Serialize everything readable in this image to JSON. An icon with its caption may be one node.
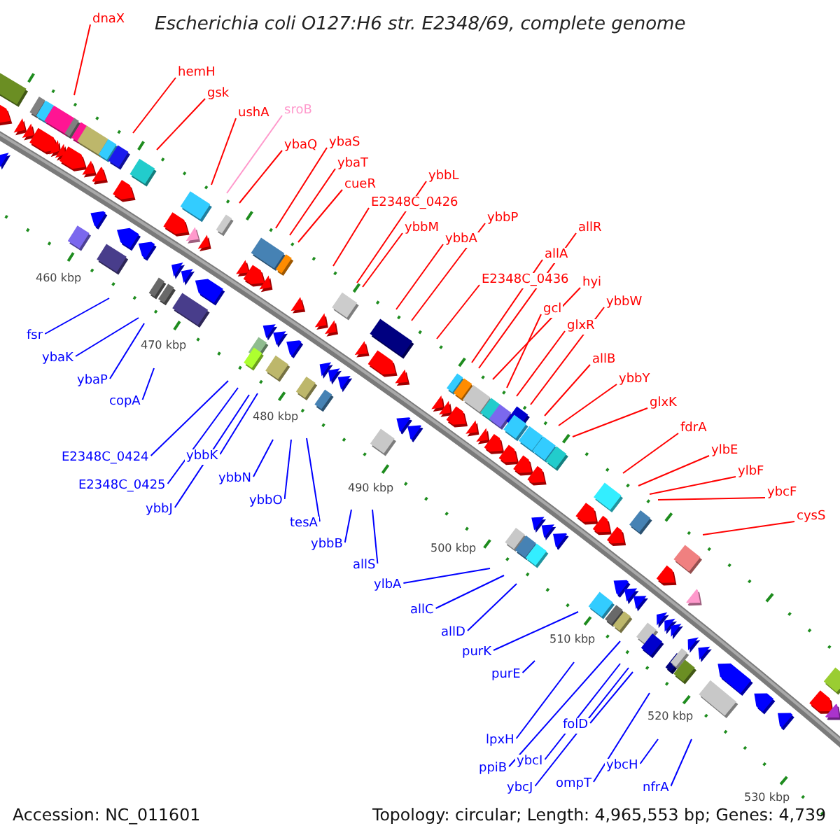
{
  "diagram": {
    "title": "Escherichia coli O127:H6 str. E2348/69, complete genome",
    "nodes": [
      {
        "text": [
          "dnaX"
        ]
      },
      {
        "text": [
          "hemH"
        ]
      },
      {
        "text": [
          "gsk"
        ]
      },
      {
        "text": [
          "ushA"
        ]
      },
      {
        "text": [
          "sroB"
        ]
      },
      {
        "text": [
          "ybaQ"
        ]
      },
      {
        "text": [
          "ybaS"
        ]
      },
      {
        "text": [
          "ybaT"
        ]
      },
      {
        "text": [
          "cueR"
        ]
      },
      {
        "text": [
          "E2348C_0426"
        ]
      },
      {
        "text": [
          "ybbL"
        ]
      },
      {
        "text": [
          "ybbM"
        ]
      },
      {
        "text": [
          "ybbA"
        ]
      },
      {
        "text": [
          "ybbP"
        ]
      },
      {
        "text": [
          "E2348C_0436"
        ]
      },
      {
        "text": [
          "allA"
        ]
      },
      {
        "text": [
          "allR"
        ]
      },
      {
        "text": [
          "hyi"
        ]
      },
      {
        "text": [
          "gcl"
        ]
      },
      {
        "text": [
          "glxR"
        ]
      },
      {
        "text": [
          "ybbW"
        ]
      },
      {
        "text": [
          "allB"
        ]
      },
      {
        "text": [
          "ybbY"
        ]
      },
      {
        "text": [
          "glxK"
        ]
      },
      {
        "text": [
          "fdrA"
        ]
      },
      {
        "text": [
          "ylbE"
        ]
      },
      {
        "text": [
          "ylbF"
        ]
      },
      {
        "text": [
          "ybcF"
        ]
      },
      {
        "text": [
          "cysS"
        ]
      },
      {
        "text": [
          "fsr"
        ]
      },
      {
        "text": [
          "ybaK"
        ]
      },
      {
        "text": [
          "ybaP"
        ]
      },
      {
        "text": [
          "copA"
        ]
      },
      {
        "text": [
          "E2348C_0424"
        ]
      },
      {
        "text": [
          "E2348C_0425"
        ]
      },
      {
        "text": [
          "ybbJ"
        ]
      },
      {
        "text": [
          "ybbK"
        ]
      },
      {
        "text": [
          "ybbN"
        ]
      },
      {
        "text": [
          "ybbO"
        ]
      },
      {
        "text": [
          "tesA"
        ]
      },
      {
        "text": [
          "ybbB"
        ]
      },
      {
        "text": [
          "allS"
        ]
      },
      {
        "text": [
          "ylbA"
        ]
      },
      {
        "text": [
          "allC"
        ]
      },
      {
        "text": [
          "allD"
        ]
      },
      {
        "text": [
          "purK"
        ]
      },
      {
        "text": [
          "purE"
        ]
      },
      {
        "text": [
          "lpxH"
        ]
      },
      {
        "text": [
          "ppiB"
        ]
      },
      {
        "text": [
          "ybcI"
        ]
      },
      {
        "text": [
          "ybcJ"
        ]
      },
      {
        "text": [
          "folD"
        ]
      },
      {
        "text": [
          "ompT"
        ]
      },
      {
        "text": [
          "ybcH"
        ]
      },
      {
        "text": [
          "nfrA"
        ]
      }
    ],
    "edges": [
      {
        "from": 0,
        "to": null,
        "arrow": "none"
      },
      {
        "from": 1,
        "to": null,
        "arrow": "none"
      },
      {
        "from": 2,
        "to": null,
        "arrow": "none"
      },
      {
        "from": 3,
        "to": null,
        "arrow": "none"
      },
      {
        "from": 4,
        "to": null,
        "arrow": "none",
        "color": "#ff99cc"
      },
      {
        "from": 5,
        "to": null,
        "arrow": "none"
      },
      {
        "from": 6,
        "to": null,
        "arrow": "none"
      },
      {
        "from": 7,
        "to": null,
        "arrow": "none"
      },
      {
        "from": 8,
        "to": null,
        "arrow": "none"
      },
      {
        "from": 9,
        "to": null,
        "arrow": "none"
      },
      {
        "from": 10,
        "to": null,
        "arrow": "none"
      },
      {
        "from": 11,
        "to": null,
        "arrow": "none"
      },
      {
        "from": 12,
        "to": null,
        "arrow": "none"
      },
      {
        "from": 13,
        "to": null,
        "arrow": "none"
      },
      {
        "from": 14,
        "to": null,
        "arrow": "none"
      },
      {
        "from": 15,
        "to": null,
        "arrow": "none"
      },
      {
        "from": 16,
        "to": null,
        "arrow": "none"
      },
      {
        "from": 17,
        "to": null,
        "arrow": "none"
      },
      {
        "from": 18,
        "to": null,
        "arrow": "none"
      },
      {
        "from": 19,
        "to": null,
        "arrow": "none"
      },
      {
        "from": 20,
        "to": null,
        "arrow": "none"
      },
      {
        "from": 21,
        "to": null,
        "arrow": "none"
      },
      {
        "from": 22,
        "to": null,
        "arrow": "none"
      },
      {
        "from": 23,
        "to": null,
        "arrow": "none"
      },
      {
        "from": 24,
        "to": null,
        "arrow": "none"
      },
      {
        "from": 25,
        "to": null,
        "arrow": "none"
      },
      {
        "from": 26,
        "to": null,
        "arrow": "none"
      },
      {
        "from": 27,
        "to": null,
        "arrow": "none"
      },
      {
        "from": 28,
        "to": null,
        "arrow": "none"
      },
      {
        "from": 29,
        "to": null,
        "arrow": "none",
        "color": "#0000ff"
      },
      {
        "from": 30,
        "to": null,
        "arrow": "none",
        "color": "#0000ff"
      },
      {
        "from": 31,
        "to": null,
        "arrow": "none",
        "color": "#0000ff"
      },
      {
        "from": 32,
        "to": null,
        "arrow": "none",
        "color": "#0000ff"
      },
      {
        "from": 33,
        "to": null,
        "arrow": "none",
        "color": "#0000ff"
      },
      {
        "from": 34,
        "to": null,
        "arrow": "none",
        "color": "#0000ff"
      },
      {
        "from": 35,
        "to": null,
        "arrow": "none",
        "color": "#0000ff"
      },
      {
        "from": 36,
        "to": null,
        "arrow": "none",
        "color": "#0000ff"
      },
      {
        "from": 37,
        "to": null,
        "arrow": "none",
        "color": "#0000ff"
      },
      {
        "from": 38,
        "to": null,
        "arrow": "none",
        "color": "#0000ff"
      },
      {
        "from": 39,
        "to": null,
        "arrow": "none",
        "color": "#0000ff"
      },
      {
        "from": 40,
        "to": null,
        "arrow": "none",
        "color": "#0000ff"
      },
      {
        "from": 41,
        "to": null,
        "arrow": "none",
        "color": "#0000ff"
      },
      {
        "from": 42,
        "to": null,
        "arrow": "none",
        "color": "#0000ff"
      },
      {
        "from": 43,
        "to": null,
        "arrow": "none",
        "color": "#0000ff"
      },
      {
        "from": 44,
        "to": null,
        "arrow": "none",
        "color": "#0000ff"
      },
      {
        "from": 45,
        "to": null,
        "arrow": "none",
        "color": "#0000ff"
      },
      {
        "from": 46,
        "to": null,
        "arrow": "none",
        "color": "#0000ff"
      },
      {
        "from": 47,
        "to": null,
        "arrow": "none",
        "color": "#0000ff"
      },
      {
        "from": 48,
        "to": null,
        "arrow": "none",
        "color": "#0000ff"
      },
      {
        "from": 49,
        "to": null,
        "arrow": "none",
        "color": "#0000ff"
      },
      {
        "from": 50,
        "to": null,
        "arrow": "none",
        "color": "#0000ff"
      },
      {
        "from": 51,
        "to": null,
        "arrow": "none",
        "color": "#0000ff"
      },
      {
        "from": 52,
        "to": null,
        "arrow": "none",
        "color": "#0000ff"
      },
      {
        "from": 53,
        "to": null,
        "arrow": "none",
        "color": "#0000ff"
      },
      {
        "from": 54,
        "to": null,
        "arrow": "none",
        "color": "#0000ff"
      }
    ],
    "labels": [
      "460 kbp",
      "470 kbp",
      "480 kbp",
      "490 kbp",
      "500 kbp",
      "510 kbp",
      "520 kbp",
      "530 kbp",
      "Accession: NC_011601",
      "Topology: circular; Length: 4,965,553 bp; Genes: 4,739"
    ]
  }
}
